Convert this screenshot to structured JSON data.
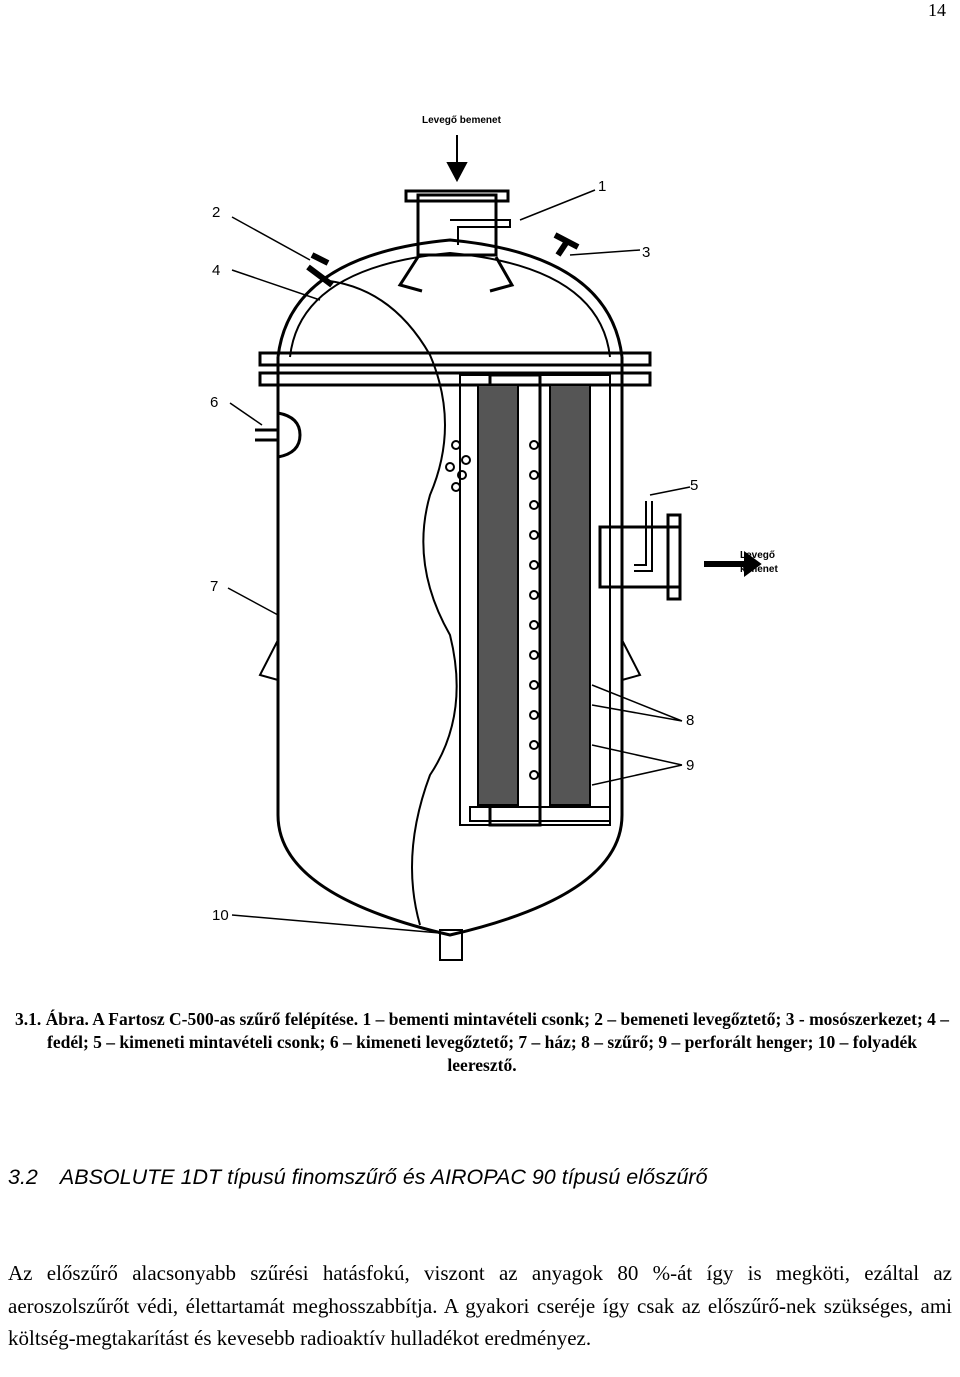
{
  "page": {
    "number": "14"
  },
  "figure": {
    "label_air_inlet": "Levegő bemenet",
    "label_air_outlet_1": "Levegő",
    "label_air_outlet_2": "kimenet",
    "callouts": [
      "1",
      "2",
      "3",
      "4",
      "5",
      "6",
      "7",
      "8",
      "9",
      "10"
    ]
  },
  "caption": {
    "text": "3.1. Ábra. A Fartosz C-500-as szűrő felépítése. 1 – bementi mintavételi csonk; 2 – bemeneti levegőztető; 3 - mosószerkezet; 4 – fedél; 5 – kimeneti mintavételi csonk; 6 – kimeneti levegőztető; 7 – ház; 8 – szűrő; 9 – perforált henger; 10 – folyadék leeresztő."
  },
  "section": {
    "number": "3.2",
    "title": "ABSOLUTE 1DT típusú finomszűrő és AIROPAC 90 típusú előszűrő"
  },
  "paragraph": {
    "text": "Az előszűrő alacsonyabb szűrési hatásfokú, viszont az anyagok 80 %-át így is megköti, ezáltal az aeroszolszűrőt védi, élettartamát meghosszabbítja. A gyakori cseréje így csak az előszűrő-nek szükséges, ami költség-megtakarítást és kevesebb radioaktív hulladékot eredményez."
  }
}
